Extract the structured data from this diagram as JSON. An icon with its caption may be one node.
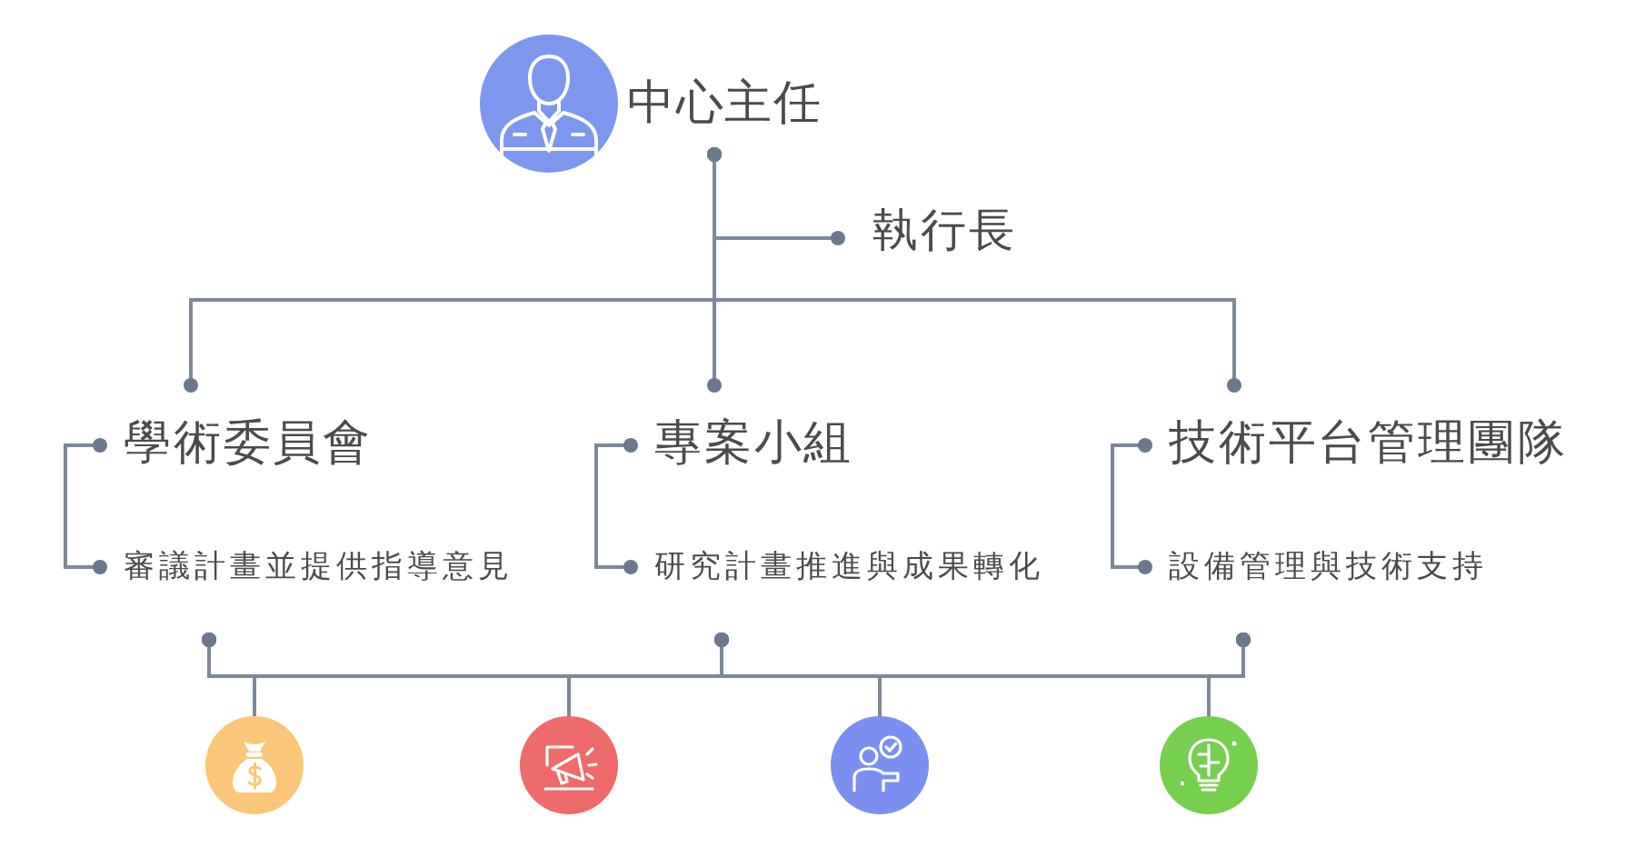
{
  "diagram": {
    "nodes": [
      {
        "text": [
          "中心主任"
        ]
      },
      {
        "text": [
          "執行長"
        ]
      },
      {
        "text": [
          "學術委員會"
        ]
      },
      {
        "text": [
          "專案小組"
        ]
      },
      {
        "text": [
          "技術平台管理團隊"
        ]
      },
      {
        "text": [
          "審議計畫並提供指導意見"
        ]
      },
      {
        "text": [
          "研究計畫推進與成果轉化"
        ]
      },
      {
        "text": [
          "設備管理與技術支持"
        ]
      },
      {
        "text": [],
        "shape": "circle"
      },
      {
        "text": [],
        "shape": "circle"
      },
      {
        "text": [],
        "shape": "circle"
      },
      {
        "text": [],
        "shape": "circle"
      }
    ],
    "edges": [
      {
        "from": 0,
        "to": 1,
        "arrow": "other"
      },
      {
        "from": 0,
        "to": 2,
        "arrow": "other"
      },
      {
        "from": 0,
        "to": 3,
        "arrow": "other"
      },
      {
        "from": 0,
        "to": 4,
        "arrow": "other"
      },
      {
        "from": 2,
        "to": 5,
        "arrow": "other"
      },
      {
        "from": 3,
        "to": 6,
        "arrow": "other"
      },
      {
        "from": 4,
        "to": 7,
        "arrow": "other"
      },
      {
        "from": 5,
        "to": 8,
        "arrow": "other"
      },
      {
        "from": 5,
        "to": 9,
        "arrow": "other"
      },
      {
        "from": 5,
        "to": 10,
        "arrow": "other"
      },
      {
        "from": 5,
        "to": 11,
        "arrow": "other"
      },
      {
        "from": 6,
        "to": 8,
        "arrow": "other"
      },
      {
        "from": 6,
        "to": 9,
        "arrow": "other"
      },
      {
        "from": 6,
        "to": 10,
        "arrow": "other"
      },
      {
        "from": 6,
        "to": 11,
        "arrow": "other"
      },
      {
        "from": 7,
        "to": 8,
        "arrow": "other"
      },
      {
        "from": 7,
        "to": 9,
        "arrow": "other"
      },
      {
        "from": 7,
        "to": 10,
        "arrow": "other"
      },
      {
        "from": 7,
        "to": 11,
        "arrow": "other"
      }
    ]
  }
}
